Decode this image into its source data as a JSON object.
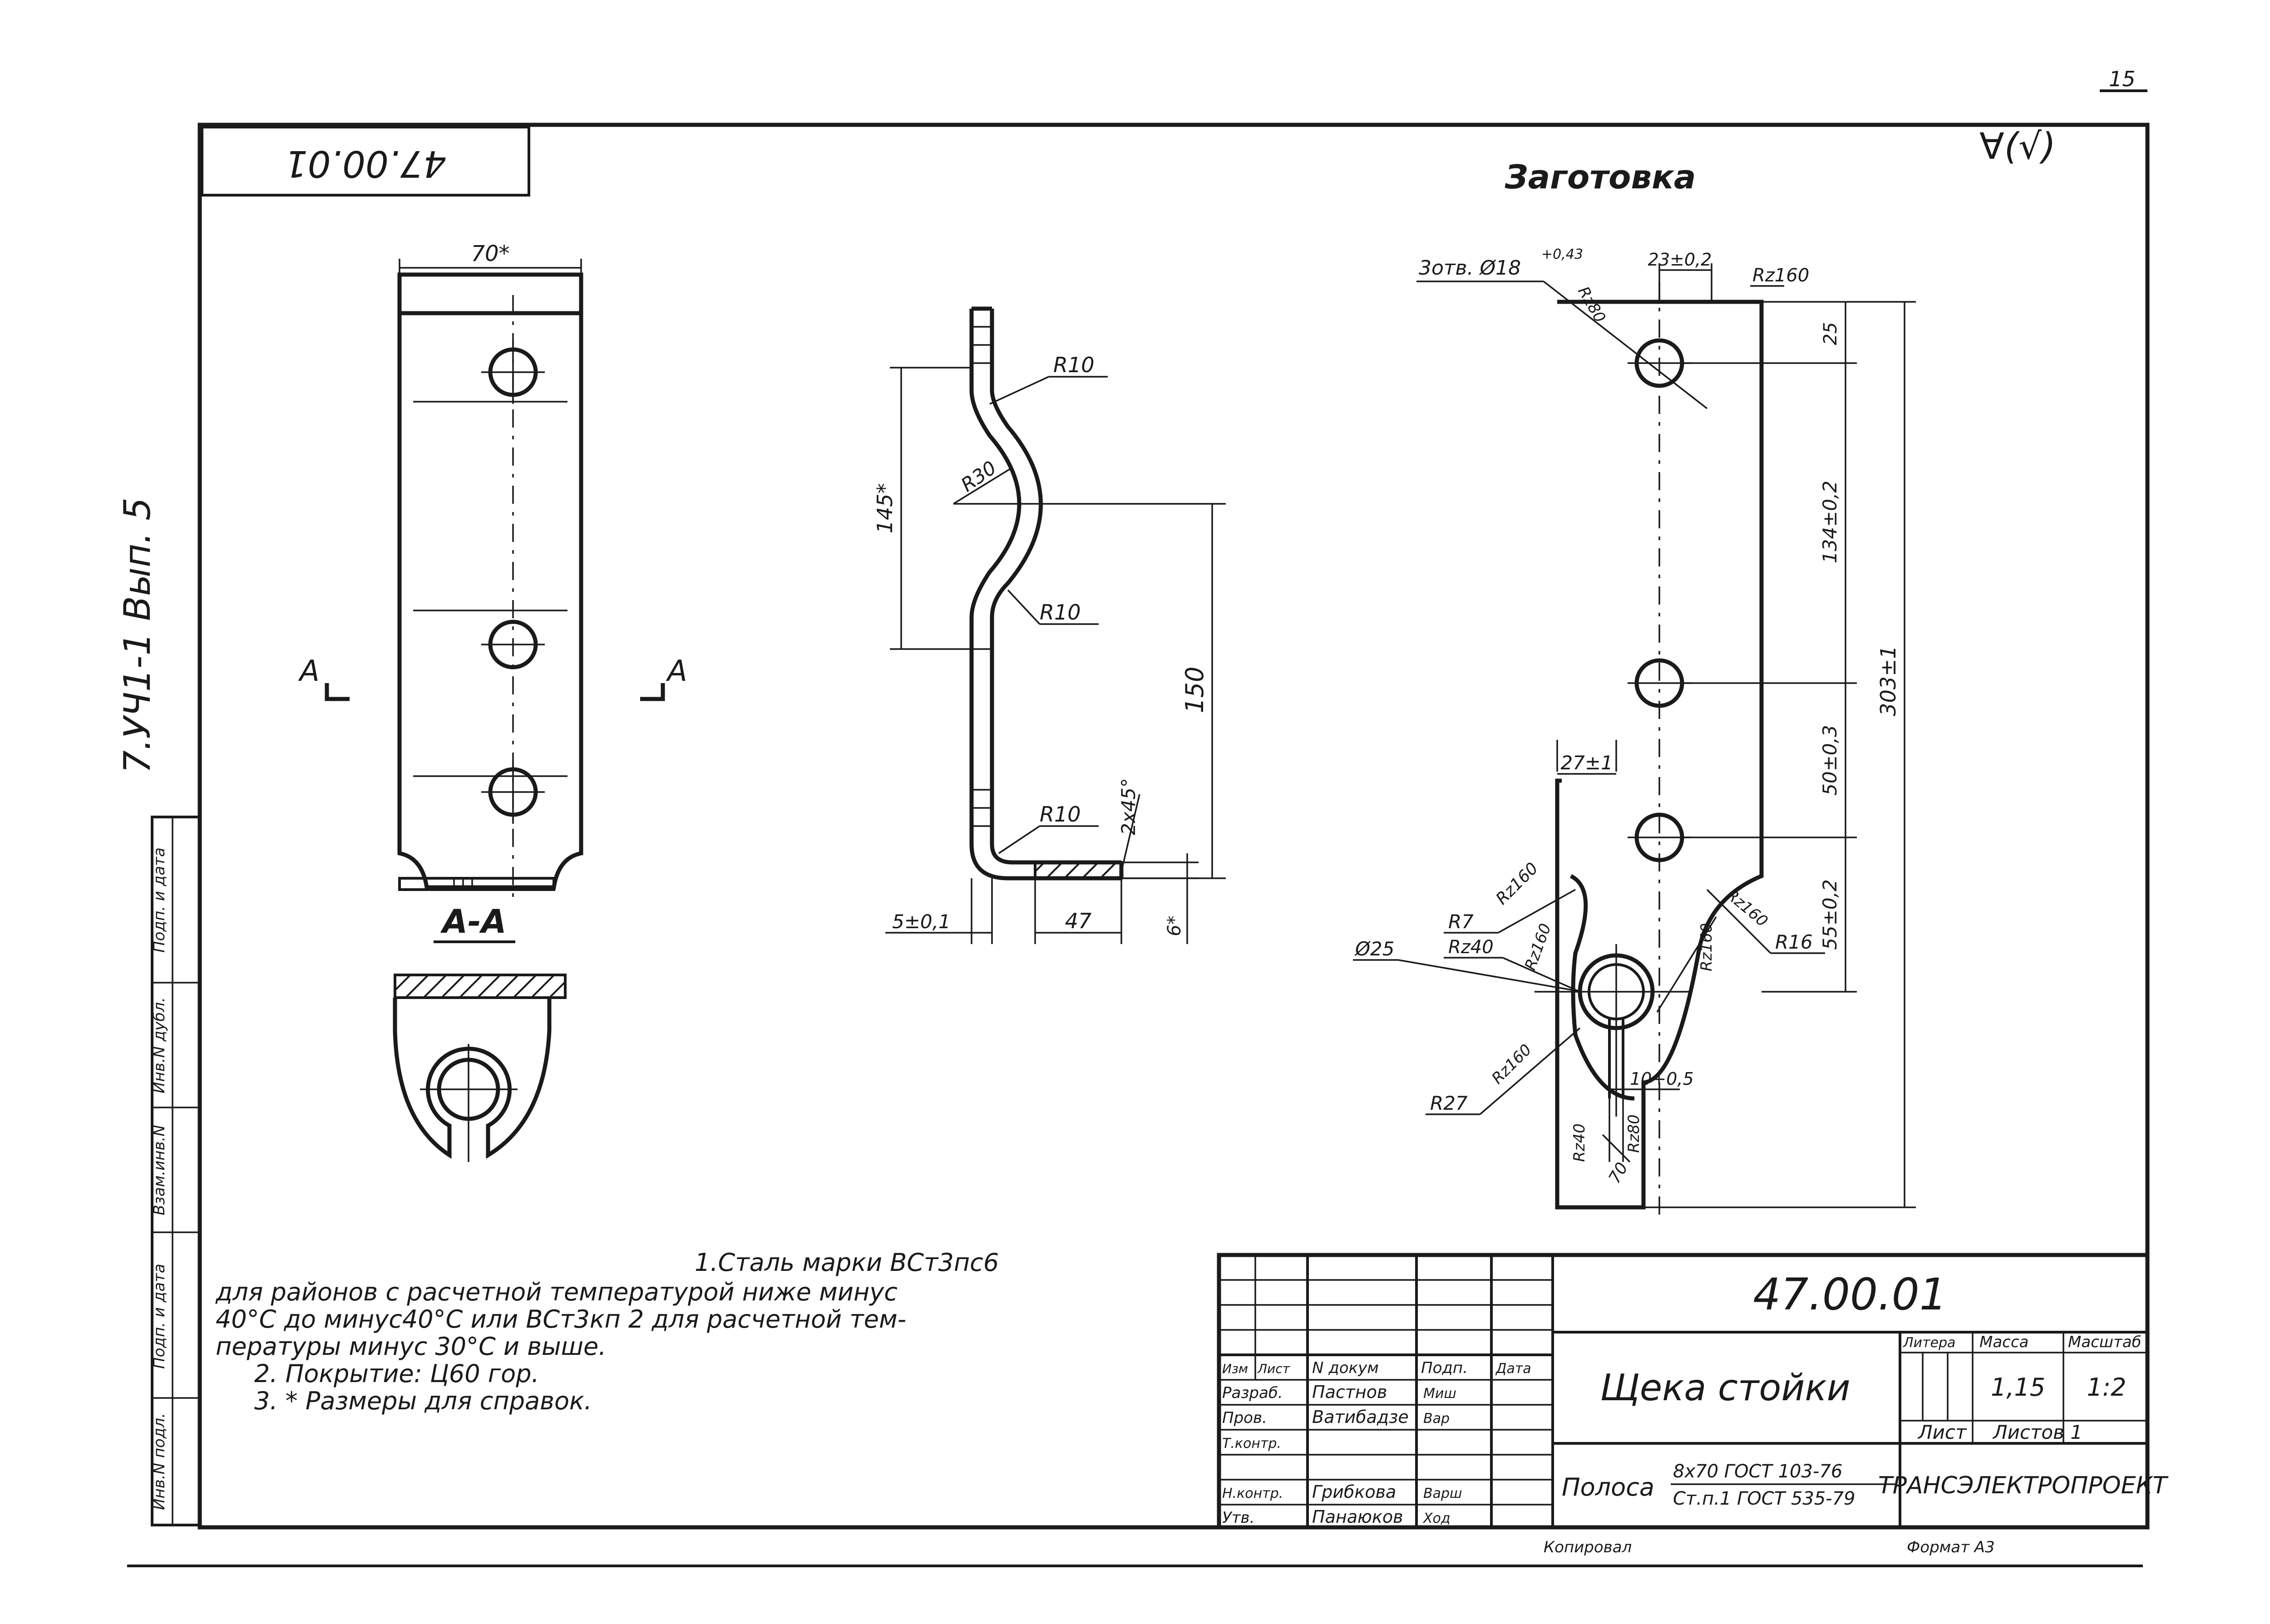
{
  "drawing": {
    "number": "47.00.01",
    "number_rotated": "47.00.01",
    "sheet_no": "15",
    "series": "7.УЧ1-1 Вып. 5",
    "roughness": "∀(√)",
    "blank_title": "Заготовка",
    "section_title": "А-А",
    "section_mark_left": "А",
    "section_mark_right": "А"
  },
  "dims": {
    "front_width": "70*",
    "side_145": "145*",
    "side_150": "150",
    "side_R10_top": "R10",
    "side_R30": "R30",
    "side_R10_mid": "R10",
    "side_R10_bot": "R10",
    "side_chamfer": "2x45°",
    "side_5": "5±0,1",
    "side_47": "47",
    "side_6": "6*",
    "blank_holes": "3отв. Ø18",
    "blank_holes_tol": "+0,43",
    "blank_rz_top": "Rz80",
    "blank_23": "23±0,2",
    "blank_rz160_top": "Rz160",
    "blank_25": "25",
    "blank_134": "134±0,2",
    "blank_303": "303±1",
    "blank_50": "50±0,3",
    "blank_55": "55±0,2",
    "blank_27": "27±1",
    "blank_R7": "R7",
    "blank_rz160_a": "Rz160",
    "blank_rz40": "Rz40",
    "blank_rz160_b": "Rz160",
    "blank_d25": "Ø25",
    "blank_rz160_c": "Rz160",
    "blank_rz160_d": "Rz160",
    "blank_R16": "R16",
    "blank_rz160_e": "Rz160",
    "blank_10": "10+0,5",
    "blank_R27": "R27",
    "blank_rz40_b": "Rz40",
    "blank_rz80_b": "Rz80",
    "blank_70": "70"
  },
  "notes": [
    "1.Сталь марки ВСт3пс6",
    "для районов с расчетной температурой ниже минус",
    "40°С до минус40°С или ВСт3кп 2 для расчетной тем-",
    "пературы минус 30°С и выше.",
    "2. Покрытие: Ц60 гор.",
    "3. * Размеры для справок."
  ],
  "margin_labels": [
    "Инв.N подл.",
    "Подп. и дата",
    "Взам.инв.N",
    "Инв.N дубл.",
    "Подп. и дата"
  ],
  "title_block": {
    "designation": "47.00.01",
    "name": "Щека стойки",
    "material_prefix": "Полоса",
    "material_line1": "8х70 ГОСТ 103-76",
    "material_line2": "Ст.п.1 ГОСТ 535-79",
    "col_litera": "Литера",
    "col_mass": "Масса",
    "col_scale": "Масштаб",
    "mass": "1,15",
    "scale": "1:2",
    "sheet": "Лист",
    "sheets": "Листов 1",
    "org": "ТРАНСЭЛЕКТРОПРОЕКТ",
    "hdr_izm": "Изм",
    "hdr_list": "Лист",
    "hdr_doc": "N докум",
    "hdr_sign": "Подп.",
    "hdr_date": "Дата",
    "roles": [
      "Разраб.",
      "Пров.",
      "Т.контр.",
      "",
      "Н.контр.",
      "Утв."
    ],
    "people": [
      "Пастнов",
      "Ватибадзе",
      "",
      "",
      "Грибкова",
      "Панаюков"
    ],
    "signatures": [
      "Миш",
      "Вар",
      "",
      "",
      "Варш",
      "Ход"
    ],
    "footer_left": "Копировал",
    "footer_right": "Формат А3"
  }
}
